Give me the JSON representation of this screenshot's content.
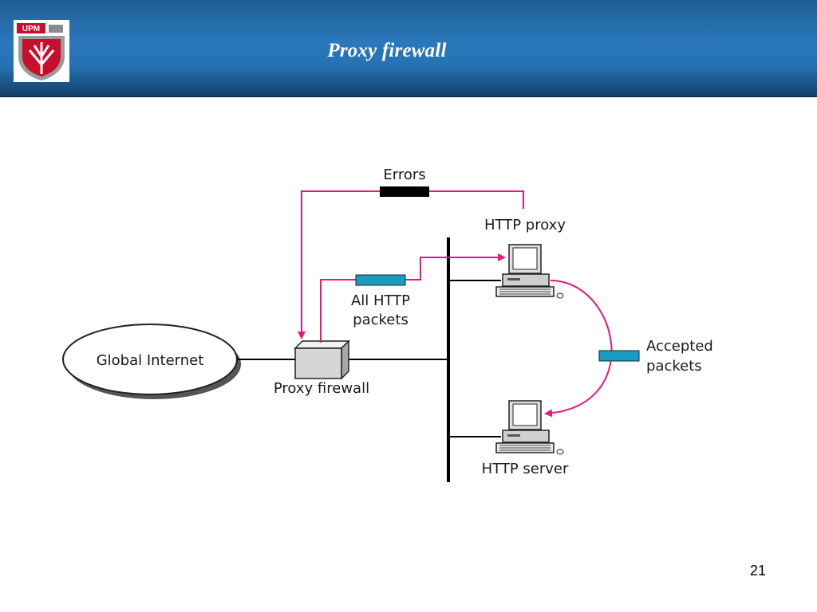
{
  "header": {
    "logo_text": "UPM",
    "title": "Proxy firewall",
    "bg_color": "#2a78bb"
  },
  "diagram": {
    "labels": {
      "global_internet": "Global Internet",
      "proxy_firewall": "Proxy firewall",
      "all_http_line1": "All HTTP",
      "all_http_line2": "packets",
      "errors": "Errors",
      "http_proxy": "HTTP proxy",
      "accepted_line1": "Accepted",
      "accepted_line2": "packets",
      "http_server": "HTTP server"
    },
    "colors": {
      "arrow": "#e6187f",
      "packet": "#1a9cc0",
      "error_packet": "#000000"
    },
    "icons": [
      "computer-icon",
      "packet-icon",
      "firewall-box-icon"
    ]
  },
  "footer": {
    "page_number": "21"
  }
}
